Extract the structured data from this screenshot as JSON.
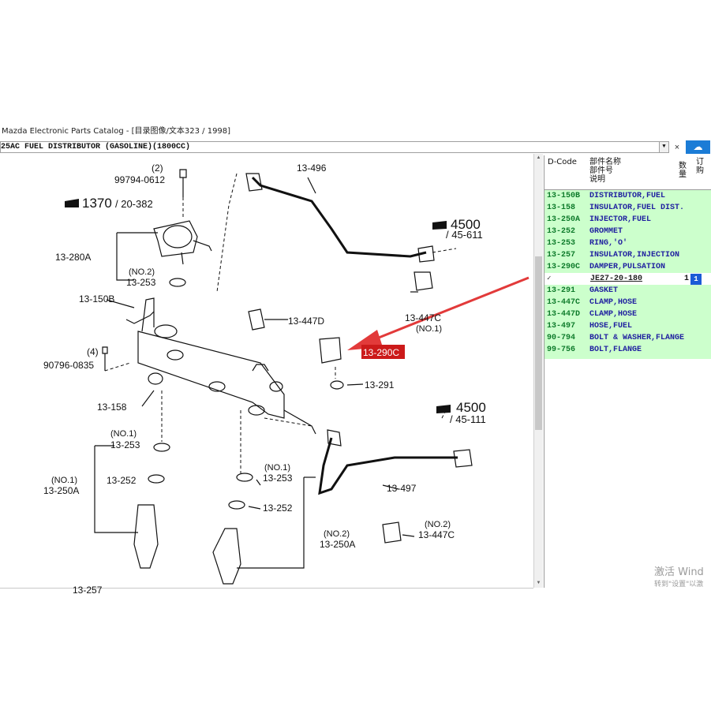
{
  "window": {
    "title": "Mazda Electronic Parts Catalog - [目录图像/文本323 / 1998]"
  },
  "combo": {
    "value": "25AC  FUEL DISTRIBUTOR (GASOLINE)(1800CC)"
  },
  "panel": {
    "header_dcode": "D-Code",
    "header_part_name_l1": "部件名称",
    "header_part_name_l2": "部件号",
    "header_part_name_l3": "说明",
    "header_qty": "数量",
    "header_order_l1": "订",
    "header_order_l2": "购"
  },
  "parts": [
    {
      "code": "13-150B",
      "name": "DISTRIBUTOR,FUEL"
    },
    {
      "code": "13-158",
      "name": "INSULATOR,FUEL DIST."
    },
    {
      "code": "13-250A",
      "name": "INJECTOR,FUEL"
    },
    {
      "code": "13-252",
      "name": "GROMMET"
    },
    {
      "code": "13-253",
      "name": "RING,'O'"
    },
    {
      "code": "13-257",
      "name": "INSULATOR,INJECTION"
    },
    {
      "code": "13-290C",
      "name": "DAMPER,PULSATION"
    }
  ],
  "selected_sub": {
    "part_no": "JE27-20-180",
    "qty": "1",
    "order": "1"
  },
  "parts_after": [
    {
      "code": "13-291",
      "name": "GASKET"
    },
    {
      "code": "13-447C",
      "name": "CLAMP,HOSE"
    },
    {
      "code": "13-447D",
      "name": "CLAMP,HOSE"
    },
    {
      "code": "13-497",
      "name": "HOSE,FUEL"
    },
    {
      "code": "90-794",
      "name": "BOLT & WASHER,FLANGE"
    },
    {
      "code": "99-756",
      "name": "BOLT,FLANGE"
    }
  ],
  "drawing": {
    "labels": {
      "l_2": "(2)",
      "l_99794": "99794-0612",
      "l_1370": "1370",
      "l_20382": "/ 20-382",
      "l_13280a": "13-280A",
      "l_no2a": "(NO.2)",
      "l_13253a": "13-253",
      "l_13150b": "13-150B",
      "l_4": "(4)",
      "l_90796": "90796-0835",
      "l_13158": "13-158",
      "l_13496": "13-496",
      "l_4500a": "4500",
      "l_45611": "/ 45-611",
      "l_13447d": "13-447D",
      "l_13447c_a": "13-447C",
      "l_no1_c": "(NO.1)",
      "l_13290c": "13-290C",
      "l_13291": "13-291",
      "l_4500b": "4500",
      "l_45111": "/ 45-111",
      "l_no1_b": "(NO.1)",
      "l_13253b": "13-253",
      "l_no1_a": "(NO.1)",
      "l_13250a_a": "13-250A",
      "l_13252a": "13-252",
      "l_no1_d": "(NO.1)",
      "l_13253c": "13-253",
      "l_13252b": "13-252",
      "l_13497": "13-497",
      "l_no2_b": "(NO.2)",
      "l_13447c_b": "13-447C",
      "l_no2_c": "(NO.2)",
      "l_13250a_b": "13-250A",
      "l_13257": "13-257"
    },
    "highlight_color": "#cc1a1a",
    "arrow_color": "#e23a3a"
  },
  "watermark": {
    "line1": "激活 Wind",
    "line2": "转到\"设置\"以激"
  },
  "icons": {
    "close": "close-icon",
    "cloud": "cloud-icon",
    "dropdown": "chevron-down-icon"
  }
}
